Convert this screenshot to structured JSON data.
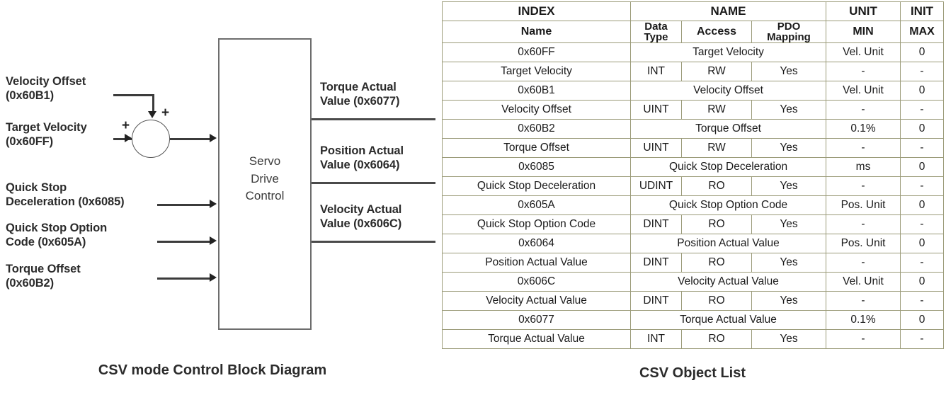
{
  "diagram": {
    "inputs": [
      {
        "id": "velocity-offset",
        "text": "Velocity Offset\n(0x60B1)"
      },
      {
        "id": "target-velocity",
        "text": "Target Velocity\n(0x60FF)"
      },
      {
        "id": "quick-stop-deceleration",
        "text": "Quick Stop\nDeceleration (0x6085)"
      },
      {
        "id": "quick-stop-option-code",
        "text": "Quick Stop Option\nCode (0x605A)"
      },
      {
        "id": "torque-offset",
        "text": "Torque Offset\n (0x60B2)"
      }
    ],
    "block_text": "Servo\nDrive\nControl",
    "sum_signs": [
      "+",
      "+"
    ],
    "outputs": [
      {
        "id": "torque-actual-value",
        "text": "Torque Actual\nValue (0x6077)"
      },
      {
        "id": "position-actual-value",
        "text": "Position Actual\nValue (0x6064)"
      },
      {
        "id": "velocity-actual-value",
        "text": "Velocity Actual\nValue (0x606C)"
      }
    ],
    "caption": "CSV mode Control Block Diagram"
  },
  "table": {
    "caption": "CSV Object List",
    "header_row1": [
      "INDEX",
      "NAME",
      "UNIT",
      "INIT"
    ],
    "header_row2": [
      "Name",
      "Data",
      "Type",
      "Access",
      "PDO",
      "Mapping",
      "MIN",
      "MAX"
    ],
    "rows": [
      {
        "type": "index",
        "index": "0x60FF",
        "name": "Target Velocity",
        "unit": "Vel. Unit",
        "init": "0"
      },
      {
        "type": "detail",
        "name": "Target Velocity",
        "bold": true,
        "datatype": "INT",
        "access": "RW",
        "pdo": "Yes",
        "min": "-",
        "max": "-"
      },
      {
        "type": "index",
        "index": "0x60B1",
        "name": "Velocity Offset",
        "unit": "Vel. Unit",
        "init": "0"
      },
      {
        "type": "detail",
        "name": "Velocity Offset",
        "bold": false,
        "datatype": "UINT",
        "access": "RW",
        "pdo": "Yes",
        "min": "-",
        "max": "-"
      },
      {
        "type": "index",
        "index": "0x60B2",
        "name": "Torque Offset",
        "unit": "0.1%",
        "init": "0"
      },
      {
        "type": "detail",
        "name": "Torque Offset",
        "bold": false,
        "datatype": "UINT",
        "access": "RW",
        "pdo": "Yes",
        "min": "-",
        "max": "-"
      },
      {
        "type": "index",
        "index": "0x6085",
        "name": "Quick Stop Deceleration",
        "unit": "ms",
        "init": "0"
      },
      {
        "type": "detail",
        "name": "Quick Stop Deceleration",
        "bold": false,
        "datatype": "UDINT",
        "access": "RO",
        "pdo": "Yes",
        "min": "-",
        "max": "-"
      },
      {
        "type": "index",
        "index": "0x605A",
        "name": "Quick Stop Option Code",
        "unit": "Pos. Unit",
        "init": "0"
      },
      {
        "type": "detail",
        "name": "Quick Stop Option Code",
        "bold": false,
        "datatype": "DINT",
        "access": "RO",
        "pdo": "Yes",
        "min": "-",
        "max": "-"
      },
      {
        "type": "index",
        "index": "0x6064",
        "name": "Position Actual Value",
        "unit": "Pos. Unit",
        "init": "0"
      },
      {
        "type": "detail",
        "name": "Position Actual Value",
        "bold": true,
        "datatype": "DINT",
        "access": "RO",
        "pdo": "Yes",
        "min": "-",
        "max": "-"
      },
      {
        "type": "index",
        "index": "0x606C",
        "name": "Velocity Actual Value",
        "unit": "Vel. Unit",
        "init": "0"
      },
      {
        "type": "detail",
        "name": "Velocity Actual Value",
        "bold": false,
        "datatype": "DINT",
        "access": "RO",
        "pdo": "Yes",
        "min": "-",
        "max": "-"
      },
      {
        "type": "index",
        "index": "0x6077",
        "name": "Torque Actual Value",
        "unit": "0.1%",
        "init": "0"
      },
      {
        "type": "detail",
        "name": "Torque Actual Value",
        "bold": false,
        "datatype": "INT",
        "access": "RO",
        "pdo": "Yes",
        "min": "-",
        "max": "-"
      }
    ]
  },
  "colors": {
    "table_border": "#9b9b79",
    "diagram_line": "#3b3b3b",
    "box_border": "#6d6d6d",
    "text": "#231f20"
  }
}
